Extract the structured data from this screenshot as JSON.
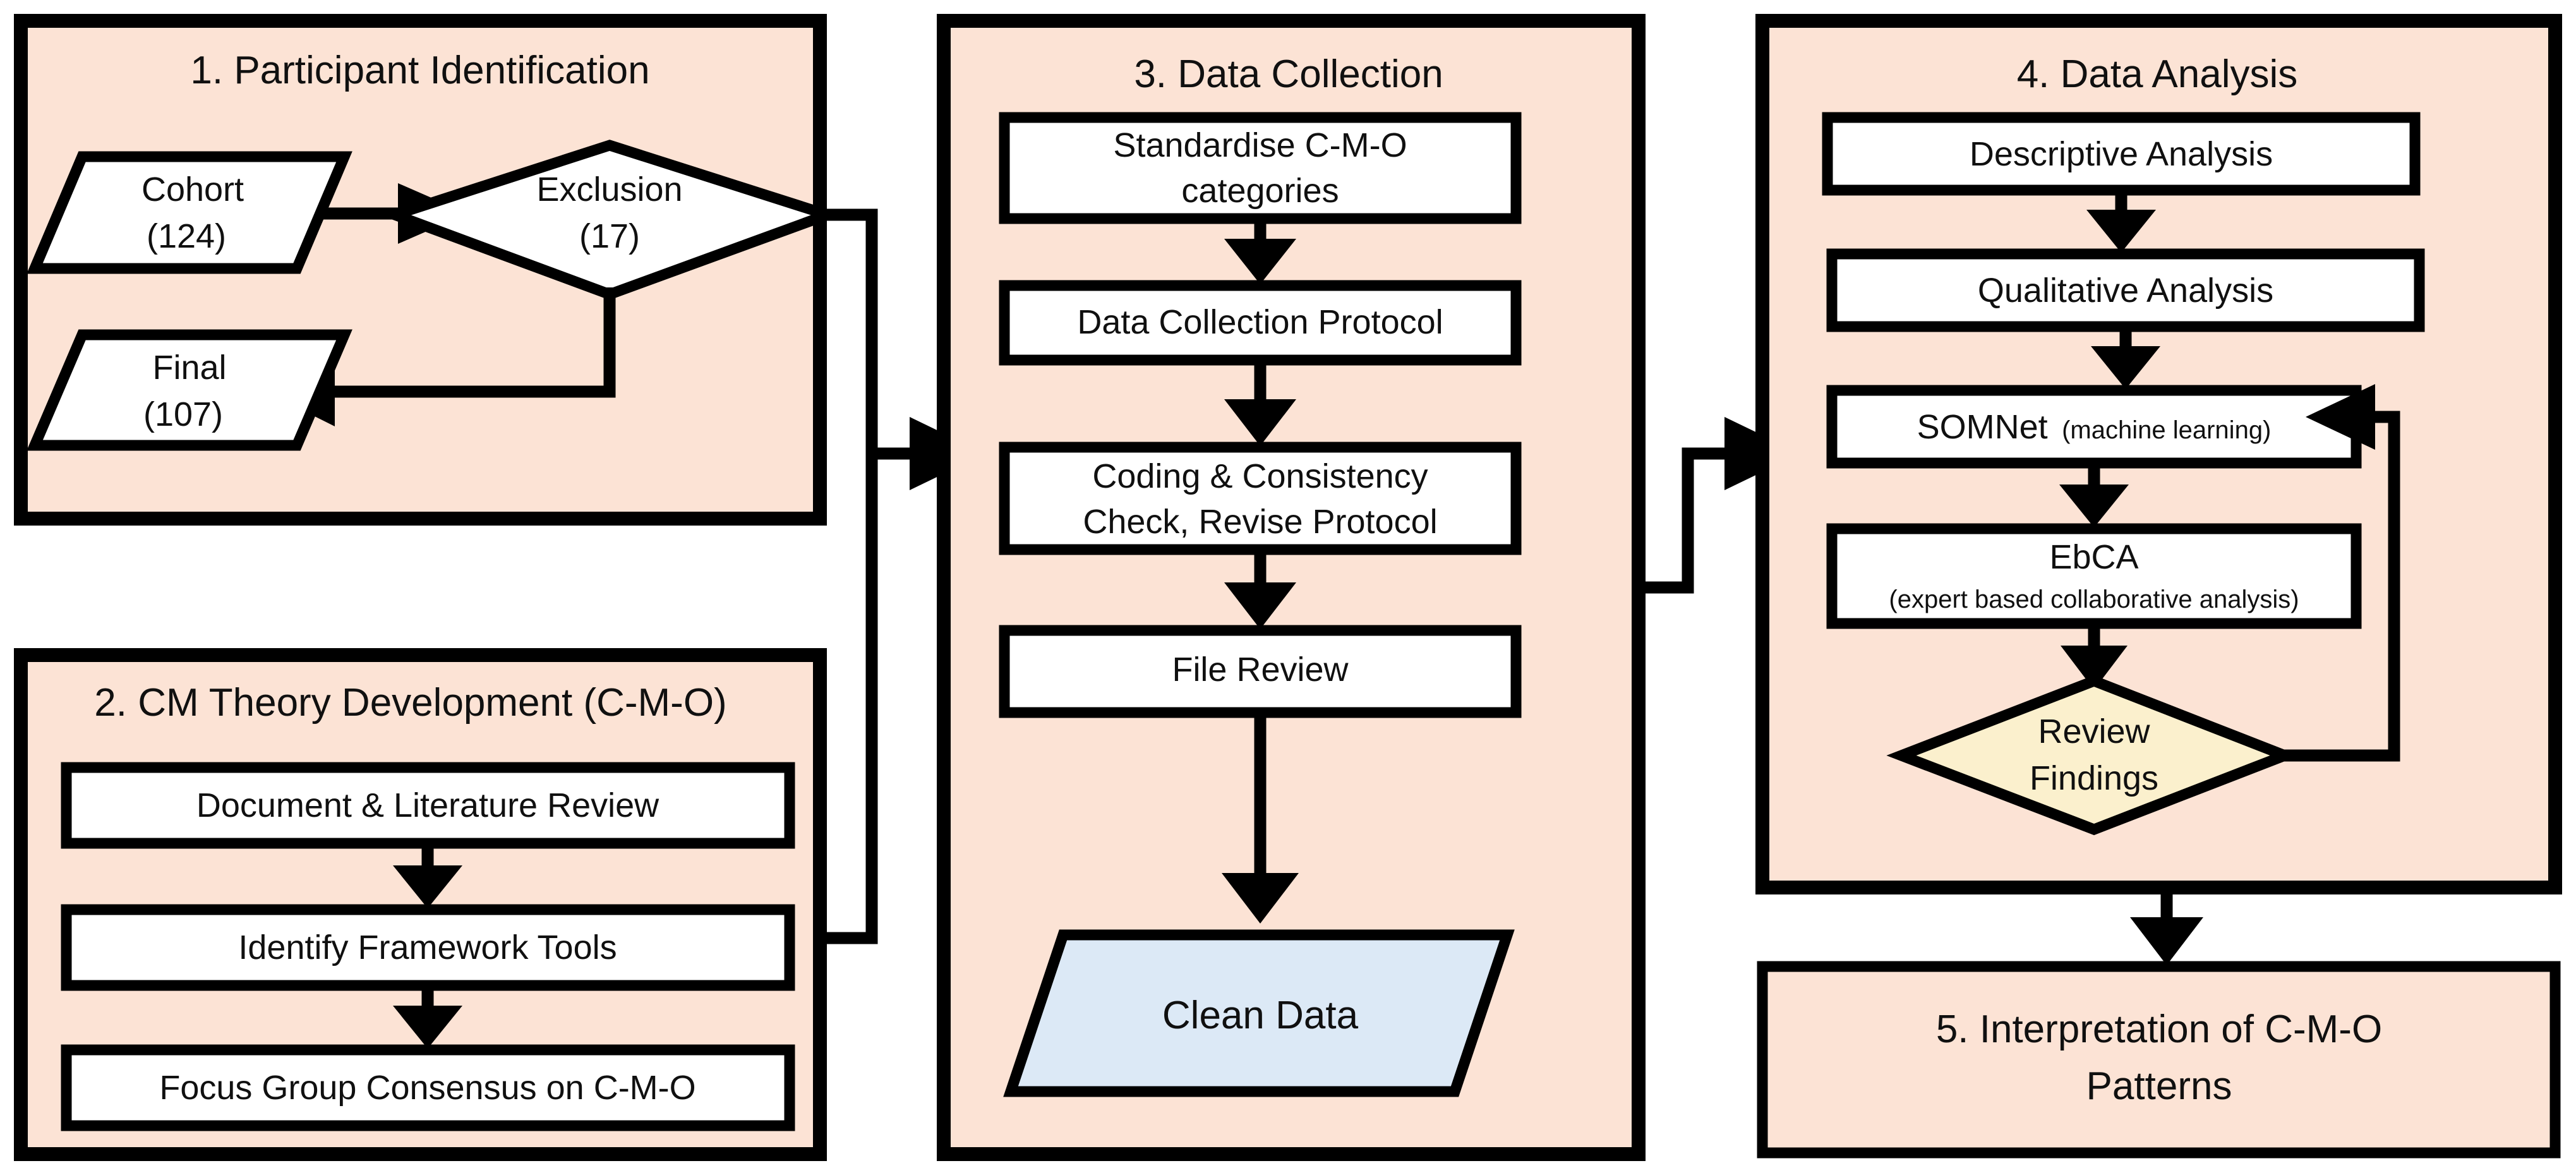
{
  "diagram": {
    "title_semantic": "research-methodology-flowchart",
    "colors": {
      "panel_fill": "#fce3d5",
      "node_fill": "#ffffff",
      "clean_data_fill": "#dce9f6",
      "review_findings_fill": "#fbf0cd",
      "stroke": "#000000"
    }
  },
  "panels": {
    "participant_identification": {
      "title": "1. Participant Identification",
      "nodes": {
        "cohort": {
          "line1": "Cohort",
          "line2": "(124)",
          "shape": "parallelogram"
        },
        "exclusion": {
          "line1": "Exclusion",
          "line2": "(17)",
          "shape": "diamond"
        },
        "final": {
          "line1": "Final",
          "line2": "(107)",
          "shape": "parallelogram"
        }
      }
    },
    "cm_theory_development": {
      "title": "2. CM Theory Development (C-M-O)",
      "nodes": {
        "document_review": {
          "label": "Document & Literature Review",
          "shape": "rect"
        },
        "framework_tools": {
          "label": "Identify Framework Tools",
          "shape": "rect"
        },
        "focus_group": {
          "label": "Focus Group Consensus on C-M-O",
          "shape": "rect"
        }
      }
    },
    "data_collection": {
      "title": "3. Data Collection",
      "nodes": {
        "standardise": {
          "line1": "Standardise C-M-O",
          "line2": "categories",
          "shape": "rect"
        },
        "protocol": {
          "label": "Data Collection Protocol",
          "shape": "rect"
        },
        "coding": {
          "line1": "Coding & Consistency",
          "line2": "Check, Revise Protocol",
          "shape": "rect"
        },
        "file_review": {
          "label": "File Review",
          "shape": "rect"
        },
        "clean_data": {
          "label": "Clean Data",
          "shape": "parallelogram"
        }
      }
    },
    "data_analysis": {
      "title": "4. Data Analysis",
      "nodes": {
        "descriptive": {
          "label": "Descriptive Analysis",
          "shape": "rect"
        },
        "qualitative": {
          "label": "Qualitative Analysis",
          "shape": "rect"
        },
        "somnet": {
          "label": "SOMNet",
          "sublabel": "(machine learning)",
          "shape": "rect"
        },
        "ebca": {
          "line1": "EbCA",
          "line2": "(expert based collaborative analysis)",
          "shape": "rect"
        },
        "review_findings": {
          "line1": "Review",
          "line2": "Findings",
          "shape": "diamond"
        }
      }
    },
    "interpretation": {
      "nodes": {
        "interpretation": {
          "line1": "5. Interpretation of C-M-O",
          "line2": "Patterns",
          "shape": "rect"
        }
      }
    }
  }
}
